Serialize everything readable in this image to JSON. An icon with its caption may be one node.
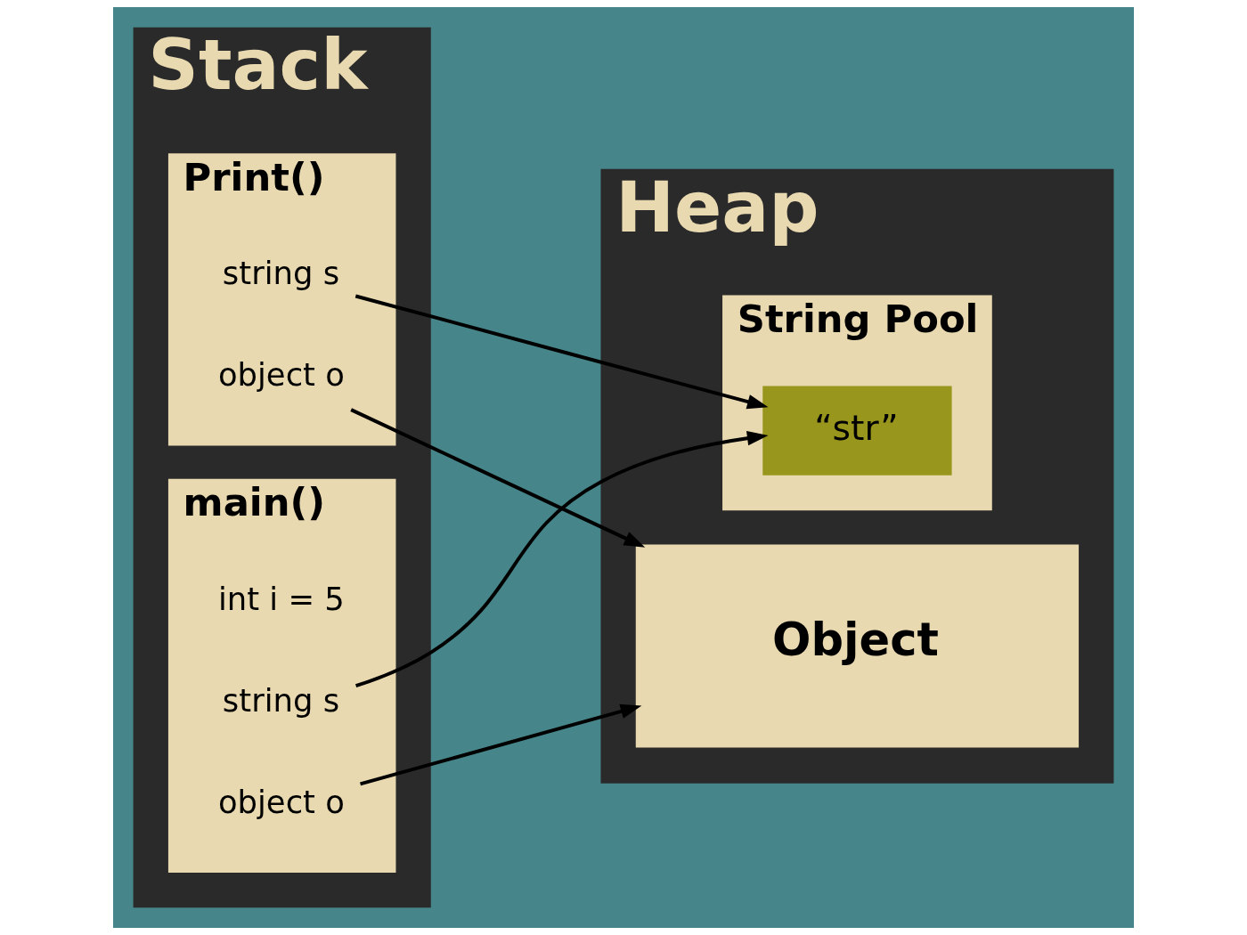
{
  "diagram": {
    "nodes": [
      {
        "text": [
          "Stack"
        ]
      },
      {
        "text": [
          "Print()"
        ],
        "in": 0
      },
      {
        "text": [
          "string s"
        ],
        "in": 1
      },
      {
        "text": [
          "object o"
        ],
        "in": 1
      },
      {
        "text": [
          "main()"
        ],
        "in": 0
      },
      {
        "text": [
          "int i = 5"
        ],
        "in": 4
      },
      {
        "text": [
          "string s"
        ],
        "in": 4
      },
      {
        "text": [
          "object o"
        ],
        "in": 4
      },
      {
        "text": [
          "Heap"
        ]
      },
      {
        "text": [
          "String Pool"
        ],
        "in": 8
      },
      {
        "text": [
          "“str”"
        ],
        "in": 9
      },
      {
        "text": [
          "Object"
        ],
        "in": 8
      }
    ],
    "edges": [
      {
        "from": 2,
        "to": 10,
        "arrow": "to"
      },
      {
        "from": 3,
        "to": 11,
        "arrow": "to"
      },
      {
        "from": 6,
        "to": 10,
        "arrow": "to"
      },
      {
        "from": 7,
        "to": 11,
        "arrow": "to"
      }
    ]
  }
}
